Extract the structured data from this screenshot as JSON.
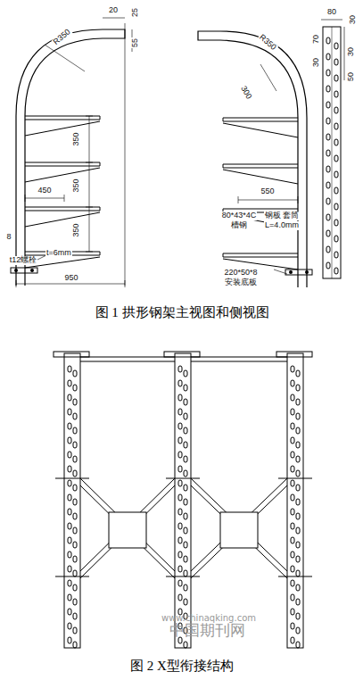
{
  "diagram": {
    "labels": [
      "20",
      "25",
      "R350",
      "55",
      "350",
      "350",
      "350",
      "450",
      "8",
      "t=6mm",
      "t12螺栓",
      "950",
      "R350",
      "300",
      "80*43*4C",
      "槽钢",
      "钢板 套筒",
      "L=4.0mm",
      "550",
      "220*50*8",
      "安装底板",
      "80",
      "30",
      "70",
      "30",
      "50",
      "30",
      "图 1 拱形钢架主视图和侧视图",
      "www.chinaqking.com",
      "中国期刊网",
      "图 2 X型衔接结构"
    ]
  }
}
